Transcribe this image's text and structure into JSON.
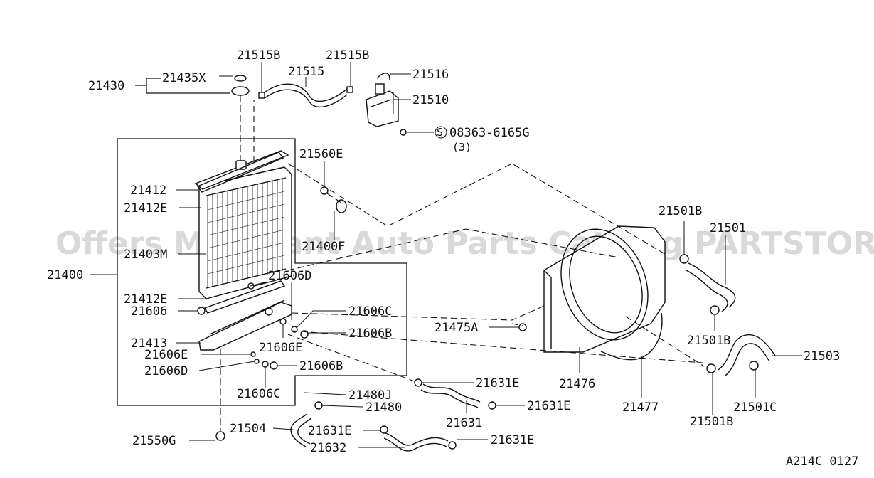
{
  "watermark": "Offers Merchant Auto Parts Catalog PARTSTORE.SA",
  "diagram_code": "A214C 0127",
  "labels": {
    "p21430": "21430",
    "p21435x": "21435X",
    "p21515b_l": "21515B",
    "p21515": "21515",
    "p21515b_r": "21515B",
    "p21516": "21516",
    "p21510": "21510",
    "bolt": "08363-6165G",
    "bolt_qty": "(3)",
    "p21560e": "21560E",
    "p21412": "21412",
    "p21412e_top": "21412E",
    "p21403m": "21403M",
    "p21400f": "21400F",
    "p21400": "21400",
    "p21606d_top": "21606D",
    "p21412e_bot": "21412E",
    "p21606": "21606",
    "p21606c_top": "21606C",
    "p21606b_top": "21606B",
    "p21413": "21413",
    "p21606e_r": "21606E",
    "p21606e_l": "21606E",
    "p21606d_bot": "21606D",
    "p21606b_bot": "21606B",
    "p21606c_bot": "21606C",
    "p21480j": "21480J",
    "p21480": "21480",
    "p21631e_a": "21631E",
    "p21631": "21631",
    "p21631e_b": "21631E",
    "p21504": "21504",
    "p21631e_c": "21631E",
    "p21632": "21632",
    "p21631e_d": "21631E",
    "p21550g": "21550G",
    "p21475a": "21475A",
    "p21476": "21476",
    "p21477": "21477",
    "p21501b_top": "21501B",
    "p21501": "21501",
    "p21501b_mid": "21501B",
    "p21503": "21503",
    "p21501c": "21501C",
    "p21501b_bot": "21501B"
  }
}
